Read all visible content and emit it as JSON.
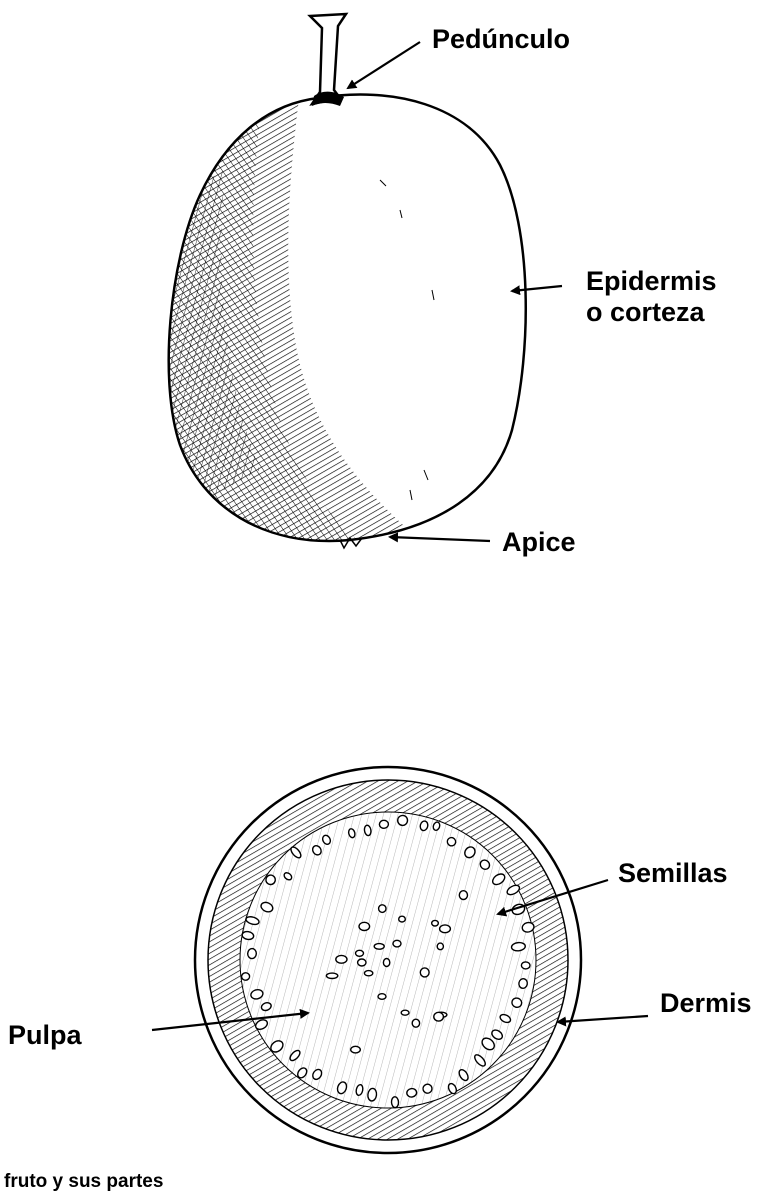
{
  "labels": {
    "peduncle": "Pedúnculo",
    "epidermis_line1": "Epidermis",
    "epidermis_line2": "o corteza",
    "apex": "Apice",
    "seeds": "Semillas",
    "pulp": "Pulpa",
    "dermis": "Dermis",
    "caption": "fruto y sus partes"
  },
  "colors": {
    "ink": "#000000",
    "paper": "#ffffff"
  }
}
